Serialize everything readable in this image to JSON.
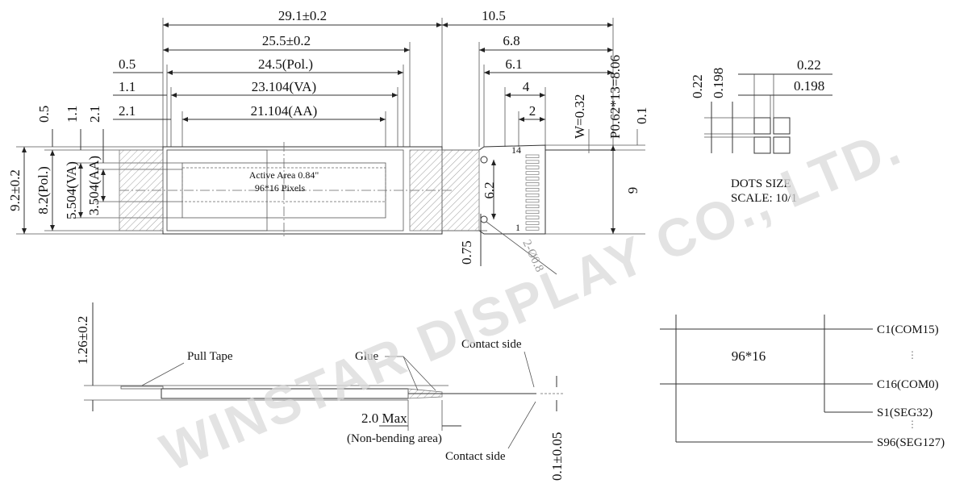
{
  "watermark": "WINSTAR DISPLAY CO., LTD.",
  "top_dims": {
    "overall": "29.1±0.2",
    "glass": "25.5±0.2",
    "polarizer": "24.5(Pol.)",
    "viewing_area": "23.104(VA)",
    "active_area": "21.104(AA)",
    "pol_offset": "0.5",
    "va_offset": "1.1",
    "aa_offset": "2.1",
    "tail": "10.5",
    "fpc_a": "6.8",
    "fpc_b": "6.1",
    "fpc_c": "4",
    "fpc_d": "2"
  },
  "left_dims": {
    "v_pol": "0.5",
    "v_va": "1.1",
    "v_aa": "2.1",
    "height": "9.2±0.2",
    "pol_height": "8.2(Pol.)",
    "va_height": "5.504(VA)",
    "aa_height": "3.504(AA)"
  },
  "fpc_dims": {
    "width": "W=0.32",
    "pitch": "P0.62*13=8.06",
    "edge": "0.1",
    "span": "6.2",
    "bottom": "0.75",
    "height": "9",
    "pin_top": "14",
    "pin_bottom": "1",
    "hole": "2-Ø0.8"
  },
  "panel_text": {
    "line1": "Active Area 0.84\"",
    "line2": "96*16 Pixels"
  },
  "dots": {
    "v1": "0.22",
    "v2": "0.198",
    "h1": "0.22",
    "h2": "0.198",
    "title": "DOTS SIZE",
    "scale": "SCALE: 10/1"
  },
  "side_view": {
    "thickness": "1.26±0.2",
    "pull_tape": "Pull Tape",
    "glue": "Glue",
    "contact_top": "Contact side",
    "max": "2.0 Max",
    "non_bending": "(Non-bending area)",
    "contact_bottom": "Contact side",
    "fpc_thick": "0.1±0.05"
  },
  "block": {
    "resolution": "96*16",
    "c1": "C1(COM15)",
    "c16": "C16(COM0)",
    "s1": "S1(SEG32)",
    "s96": "S96(SEG127)",
    "ellipsis": "⋮"
  }
}
